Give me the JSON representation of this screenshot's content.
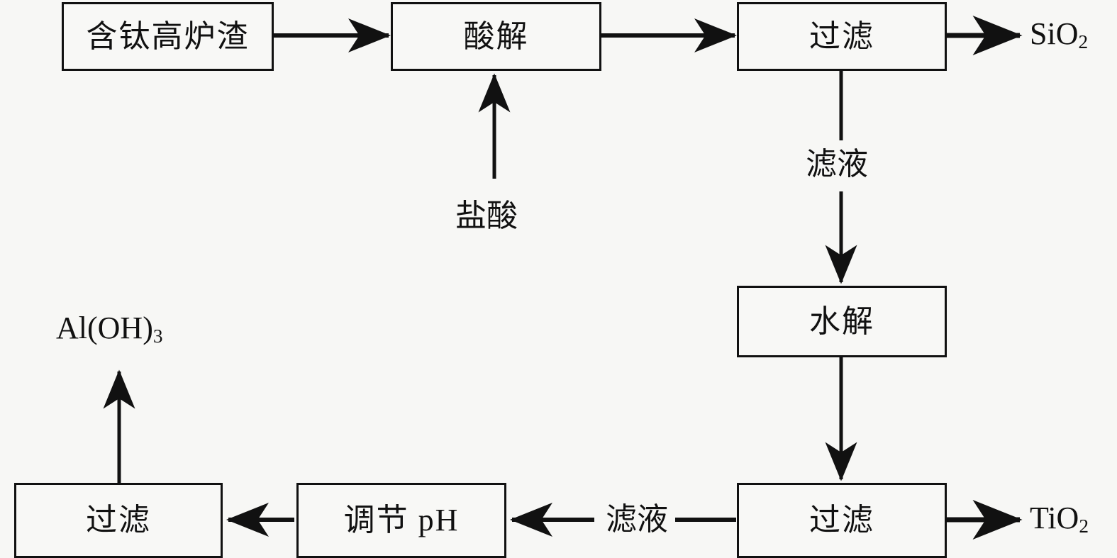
{
  "diagram": {
    "title_visible": false,
    "background_color": "#f7f7f5",
    "line_color": "#111111",
    "nodes": {
      "slag": {
        "label": "含钛高炉渣"
      },
      "acid_leach": {
        "label": "酸解"
      },
      "filter_top": {
        "label": "过滤"
      },
      "hydrolysis": {
        "label": "水解"
      },
      "filter_bottom_right": {
        "label": "过滤"
      },
      "adjust_ph": {
        "label": "调节 pH"
      },
      "filter_bottom_left": {
        "label": "过滤"
      }
    },
    "labels": {
      "hydrochloric_acid": "盐酸",
      "filtrate_top": "滤液",
      "filtrate_bottom": "滤液",
      "product_sio2": "SiO",
      "product_sio2_sub": "2",
      "product_tio2": "TiO",
      "product_tio2_sub": "2",
      "product_aloh3_pre": "Al(OH)",
      "product_aloh3_sub": "3"
    }
  }
}
